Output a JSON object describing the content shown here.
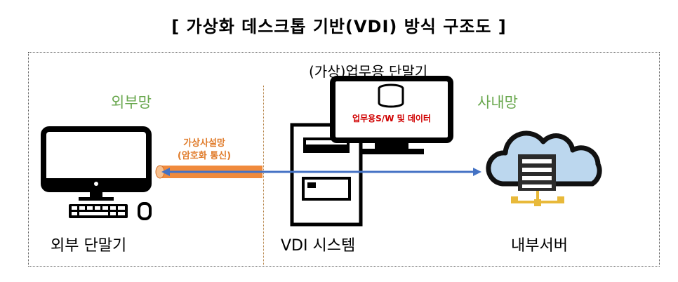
{
  "title": "[ 가상화 데스크톱 기반(VDI) 방식 구조도 ]",
  "zones": {
    "external": "외부망",
    "internal": "사내망"
  },
  "virtual_terminal": {
    "title": "(가상)업무용 단말기",
    "screen_label": "업무용S/W 및 데이터"
  },
  "tunnel": {
    "label_line1": "가상사설망",
    "label_line2": "(암호화 통신)"
  },
  "nodes": {
    "external_terminal": "외부 단말기",
    "vdi_system": "VDI 시스템",
    "internal_server": "내부서버"
  },
  "colors": {
    "zone_green": "#6aa84f",
    "tunnel_orange": "#f08a3c",
    "arrow_blue": "#4472c4",
    "cloud_blue": "#bcd7ee",
    "server_gold": "#e8b93a"
  }
}
